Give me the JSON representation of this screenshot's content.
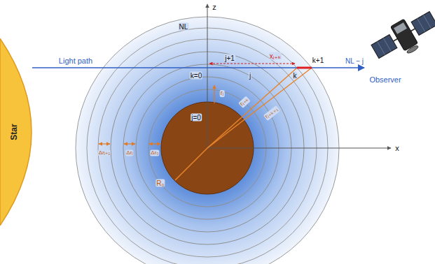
{
  "diagram": {
    "nodes": [
      {
        "text": [
          "Star"
        ]
      }
    ],
    "labels": [
      "NL",
      "z",
      "j+1",
      "xⱼ₊ₖ",
      "k+1",
      "Light path",
      "NL − j",
      "k=0",
      "j",
      "k",
      "rⱼ",
      "rⱼ₊ₖ",
      "rⱼ₊ₖ₊₁",
      "j=0",
      "x",
      "Δrⱼ₊₁",
      "Δrⱼ",
      "Δr₀",
      "R₀",
      "Observer"
    ]
  }
}
